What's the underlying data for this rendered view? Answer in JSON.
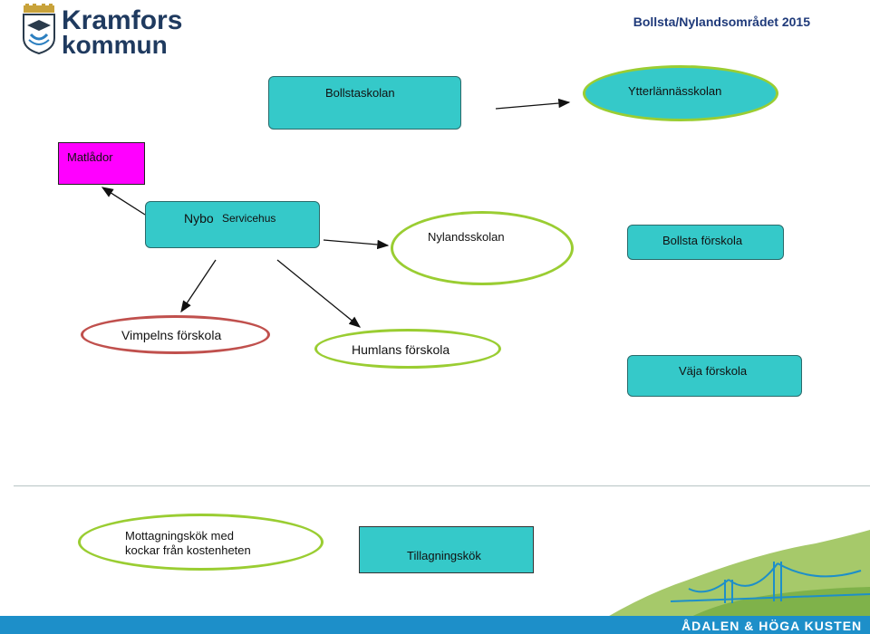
{
  "header": {
    "logo_line1": "Kramfors",
    "logo_line2": "kommun",
    "title": "Bollsta/Nylandsområdet 2015"
  },
  "nodes": {
    "bollstaskolan": "Bollstaskolan",
    "ytterlannasskolan": "Ytterlännässkolan",
    "matlador": "Matlådor",
    "nybo_a": "Nybo",
    "nybo_b": "Servicehus",
    "nylandsskolan": "Nylandsskolan",
    "bollsta_forskola": "Bollsta förskola",
    "vimpelns_forskola": "Vimpelns förskola",
    "humlans_forskola": "Humlans förskola",
    "vaja_forskola": "Väja förskola"
  },
  "legend": {
    "mottagning_line1": "Mottagningskök med",
    "mottagning_line2": "kockar från kostenheten",
    "tillagning": "Tillagningskök"
  },
  "footer": {
    "text": "ÅDALEN & HÖGA KUSTEN"
  },
  "colors": {
    "teal": "#35c9c9",
    "magenta": "#ff00ff",
    "green_border": "#9acd32",
    "red_border": "#c0504d",
    "footer_blue": "#1d8fc9",
    "hill_green": "#a6c96a"
  }
}
